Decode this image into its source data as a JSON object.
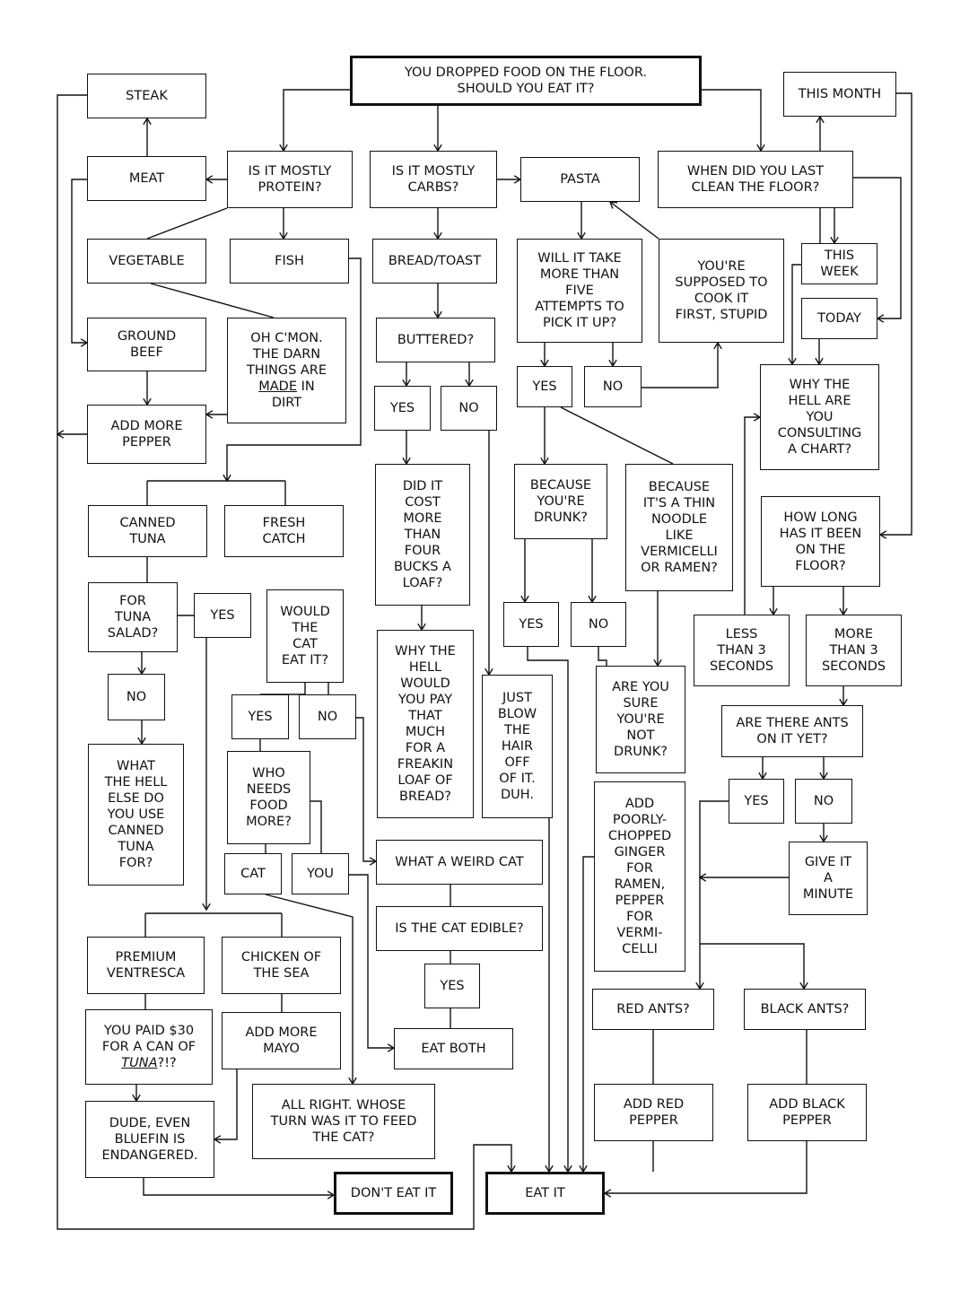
{
  "nodes": {
    "start": "YOU DROPPED FOOD ON THE FLOOR.\nSHOULD YOU EAT IT?",
    "steak": "STEAK",
    "meat": "MEAT",
    "protein": "IS IT MOSTLY\nPROTEIN?",
    "carbs": "IS IT MOSTLY\nCARBS?",
    "pasta": "PASTA",
    "clean": "WHEN DID YOU LAST\nCLEAN THE FLOOR?",
    "month": "THIS MONTH",
    "vegetable": "VEGETABLE",
    "fish": "FISH",
    "bread": "BREAD/TOAST",
    "attempts": "WILL IT TAKE\nMORE THAN\nFIVE\nATTEMPTS TO\nPICK IT UP?",
    "cook": "YOU'RE\nSUPPOSED TO\nCOOK IT\nFIRST, STUPID",
    "week": "THIS\nWEEK",
    "today": "TODAY",
    "ground_beef": "GROUND\nBEEF",
    "dirt": "OH C'MON.\nTHE DARN\nTHINGS ARE\nMADE IN\nDIRT",
    "buttered": "BUTTERED?",
    "att_yes": "YES",
    "att_no": "NO",
    "consulting": "WHY THE\nHELL ARE\nYOU\nCONSULTING\nA CHART?",
    "pepper": "ADD MORE\nPEPPER",
    "but_yes": "YES",
    "but_no": "NO",
    "drunk": "BECAUSE\nYOU'RE\nDRUNK?",
    "noodle": "BECAUSE\nIT'S A THIN\nNOODLE\nLIKE\nVERMICELLI\nOR RAMEN?",
    "canned": "CANNED\nTUNA",
    "fresh": "FRESH\nCATCH",
    "four_bucks": "DID IT\nCOST\nMORE\nTHAN\nFOUR\nBUCKS A\nLOAF?",
    "how_long": "HOW LONG\nHAS IT BEEN\nON THE\nFLOOR?",
    "tuna_salad": "FOR\nTUNA\nSALAD?",
    "ts_yes": "YES",
    "cat_eat": "WOULD\nTHE\nCAT\nEAT IT?",
    "dr_yes": "YES",
    "dr_no": "NO",
    "less3": "LESS\nTHAN 3\nSECONDS",
    "more3": "MORE\nTHAN 3\nSECONDS",
    "why_pay": "WHY THE\nHELL\nWOULD\nYOU PAY\nTHAT\nMUCH\nFOR A\nFREAKIN\nLOAF OF\nBREAD?",
    "blow": "JUST\nBLOW\nTHE\nHAIR\nOFF\nOF IT.\nDUH.",
    "sure": "ARE YOU\nSURE\nYOU'RE\nNOT\nDRUNK?",
    "ts_no": "NO",
    "ce_yes": "YES",
    "ce_no": "NO",
    "ants": "ARE THERE ANTS\nON IT YET?",
    "else": "WHAT\nTHE HELL\nELSE DO\nYOU USE\nCANNED\nTUNA\nFOR?",
    "who_needs": "WHO\nNEEDS\nFOOD\nMORE?",
    "ginger": "ADD\nPOORLY-\nCHOPPED\nGINGER\nFOR\nRAMEN,\nPEPPER\nFOR\nVERMI-\nCELLI",
    "ants_yes": "YES",
    "ants_no": "NO",
    "cat": "CAT",
    "you": "YOU",
    "weird": "WHAT A WEIRD CAT",
    "minute": "GIVE IT\nA\nMINUTE",
    "edible": "IS THE CAT EDIBLE?",
    "ventresca": "PREMIUM\nVENTRESCA",
    "chicken": "CHICKEN OF\nTHE SEA",
    "ed_yes": "YES",
    "red_ants": "RED ANTS?",
    "black_ants": "BLACK ANTS?",
    "paid30": "YOU PAID $30\nFOR A CAN OF\nTUNA?!?",
    "mayo": "ADD MORE\nMAYO",
    "eat_both": "EAT BOTH",
    "whose_turn": "ALL RIGHT. WHOSE\nTURN WAS IT TO FEED\nTHE CAT?",
    "bluefin": "DUDE, EVEN\nBLUEFIN IS\nENDANGERED.",
    "red_pepper": "ADD RED\nPEPPER",
    "black_pepper": "ADD BLACK\nPEPPER",
    "dont_eat": "DON'T EAT IT",
    "eat_it": "EAT IT"
  }
}
